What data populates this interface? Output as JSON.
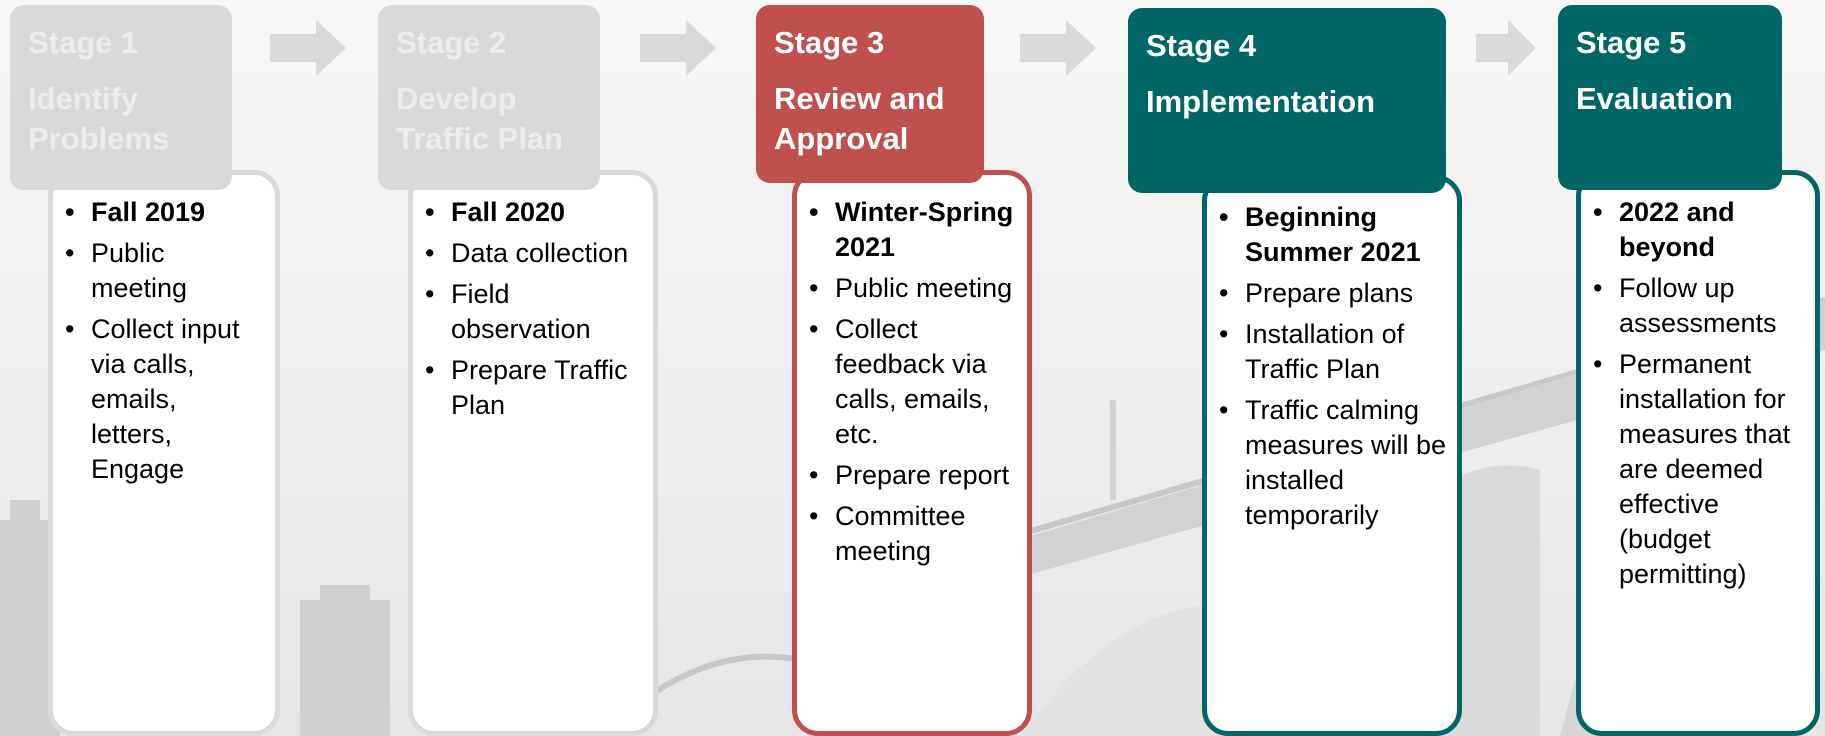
{
  "colors": {
    "faded": "#d9d9d9",
    "red": "#c0504d",
    "teal": "#006666",
    "arrow": "#d9d9d9"
  },
  "stages": [
    {
      "num": "Stage 1",
      "name": "Identify Problems",
      "items": [
        "Fall 2019",
        "Public meeting",
        "Collect input via calls, emails, letters, Engage"
      ]
    },
    {
      "num": "Stage 2",
      "name": "Develop Traffic Plan",
      "items": [
        "Fall 2020",
        "Data collection",
        "Field observation",
        "Prepare Traffic Plan"
      ]
    },
    {
      "num": "Stage 3",
      "name": "Review and Approval",
      "items": [
        "Winter-Spring 2021",
        "Public meeting",
        "Collect feedback via calls, emails, etc.",
        "Prepare report",
        "Committee meeting"
      ]
    },
    {
      "num": "Stage 4",
      "name": "Implementation",
      "items": [
        "Beginning Summer 2021",
        "Prepare plans",
        "Installation of Traffic Plan",
        "Traffic calming measures will be installed temporarily"
      ]
    },
    {
      "num": "Stage 5",
      "name": "Evaluation",
      "items": [
        "2022 and beyond",
        "Follow up assessments",
        "Permanent installation for measures that are deemed effective (budget permitting)"
      ]
    }
  ]
}
